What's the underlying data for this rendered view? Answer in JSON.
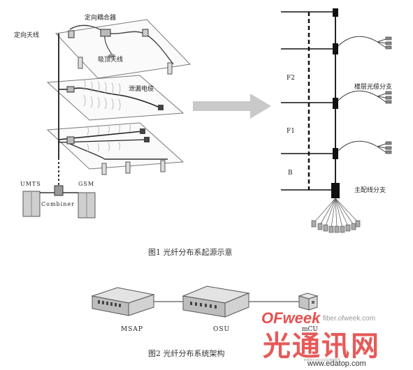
{
  "figure1": {
    "left_labels": {
      "directional_coupler": "定向耦合器",
      "directional_antenna": "定向天线",
      "ceiling_antenna": "吸顶天线",
      "leaky_cable": "泄漏电缆",
      "umts": "UMTS",
      "gsm": "GSM",
      "combiner": "Combiner"
    },
    "right_labels": {
      "floors": [
        "F2",
        "F1",
        "B"
      ],
      "floor_branch": "楼层光缆分支",
      "main_branch": "主配线分支"
    },
    "caption": "图1    光纤分布系起源示意"
  },
  "figure2": {
    "nodes": [
      "MSAP",
      "OSU",
      "mCU"
    ],
    "caption": "图2    光纤分布系统架构"
  },
  "watermark": {
    "brand": "OFweek",
    "site": "fiber.ofweek.com",
    "chinese": "光通讯网",
    "url": "www.edatop.com",
    "small_cn": "射频和天线设计培训课程推荐"
  },
  "colors": {
    "watermark_red": "#e0312f",
    "arrow_gray": "#c9c9c9"
  }
}
